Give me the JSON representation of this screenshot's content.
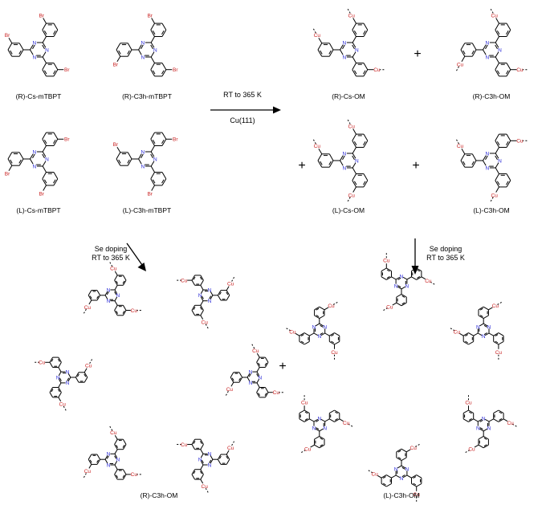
{
  "molecules": {
    "r_cs_tbpt": "(R)-Cs-mTBPT",
    "r_c3h_tbpt": "(R)-C3h-mTBPT",
    "l_cs_tbpt": "(L)-Cs-mTBPT",
    "l_c3h_tbpt": "(L)-C3h-mTBPT",
    "r_cs_om": "(R)-Cs-OM",
    "r_c3h_om": "(R)-C3h-OM",
    "l_cs_om": "(L)-Cs-OM",
    "l_c3h_om": "(L)-C3h-OM",
    "r_c3h_om_network": "(R)-C3h-OM",
    "l_c3h_om_network": "(L)-C3h-OM"
  },
  "conditions": {
    "step1_top": "RT to 365 K",
    "step1_bottom": "Cu(111)",
    "step2_left_line1": "Se doping",
    "step2_left_line2": "RT to 365 K",
    "step2_right_line1": "Se doping",
    "step2_right_line2": "RT to 365 K"
  },
  "atoms": {
    "nitrogen": "N",
    "bromine": "Br",
    "copper": "Cu"
  },
  "symbols": {
    "plus": "+"
  },
  "colors": {
    "nitrogen": "#2a2ad6",
    "halogen_copper": "#c81e1e",
    "bond": "#000000"
  }
}
